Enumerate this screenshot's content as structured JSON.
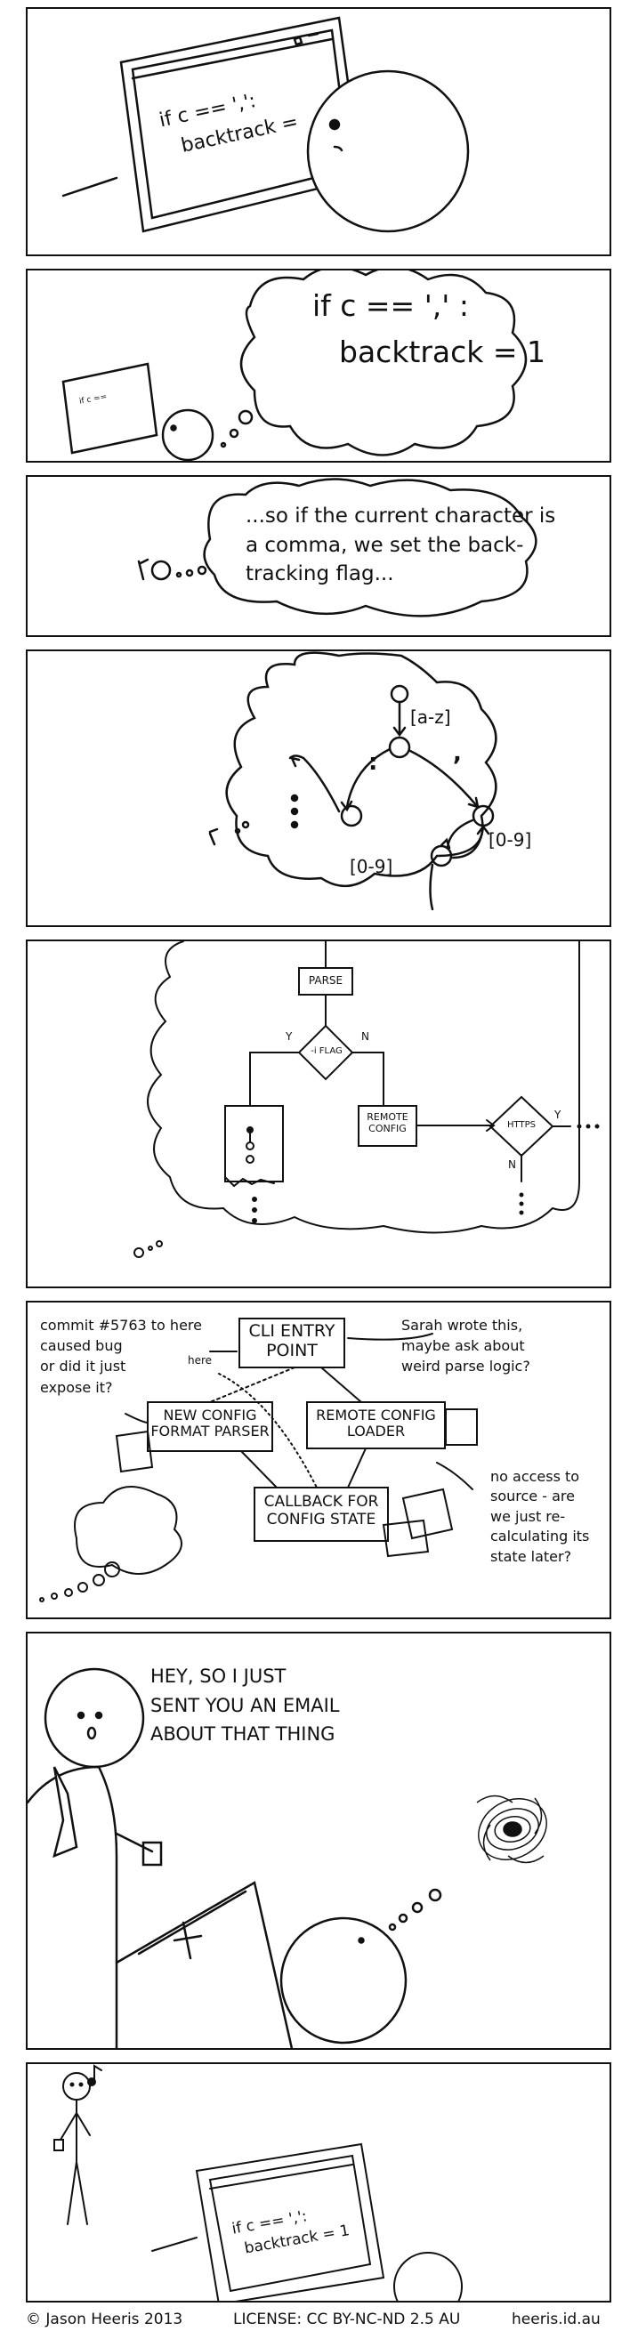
{
  "panel1": {
    "screen_code": [
      "if c == ',':",
      "backtrack ="
    ]
  },
  "panel2": {
    "thought_line1": "if c == ',' :",
    "thought_line2": "backtrack = 1",
    "monitor_scribble": "if c =="
  },
  "panel3": {
    "thought": [
      "...so if the current character is",
      "a comma, we set the back-",
      "tracking flag..."
    ]
  },
  "panel4": {
    "labels": {
      "az": "[a-z]",
      "comma": ",",
      "dots": ":",
      "num1": "[0-9]",
      "num2": "[0-9]"
    }
  },
  "panel5": {
    "parse": "PARSE",
    "flag": "-i FLAG",
    "remote": [
      "REMOTE",
      "CONFIG"
    ],
    "https": "HTTPS",
    "y1": "Y",
    "n1": "N",
    "y2": "Y",
    "n2": "N"
  },
  "panel6": {
    "commit_note": [
      "commit #5763 to here",
      "caused bug",
      "or did it just",
      "expose it?"
    ],
    "here": "here",
    "cli": [
      "CLI ENTRY",
      "POINT"
    ],
    "sarah": [
      "Sarah wrote this,",
      "maybe ask about",
      "weird parse logic?"
    ],
    "new_config": [
      "NEW CONFIG",
      "FORMAT PARSER"
    ],
    "remote_loader": [
      "REMOTE CONFIG",
      "LOADER"
    ],
    "callback": [
      "CALLBACK FOR",
      "CONFIG STATE"
    ],
    "no_access": [
      "no access to",
      "source - are",
      "we just re-",
      "calculating its",
      "state later?"
    ]
  },
  "panel7": {
    "speech": [
      "HEY, SO I JUST",
      "SENT YOU AN EMAIL",
      "ABOUT THAT THING"
    ]
  },
  "panel8": {
    "screen_code": [
      "if c == ',':",
      "backtrack = 1"
    ]
  },
  "footer": {
    "copyright": "© Jason Heeris 2013",
    "license": "LICENSE: CC BY-NC-ND 2.5 AU",
    "site": "heeris.id.au"
  }
}
